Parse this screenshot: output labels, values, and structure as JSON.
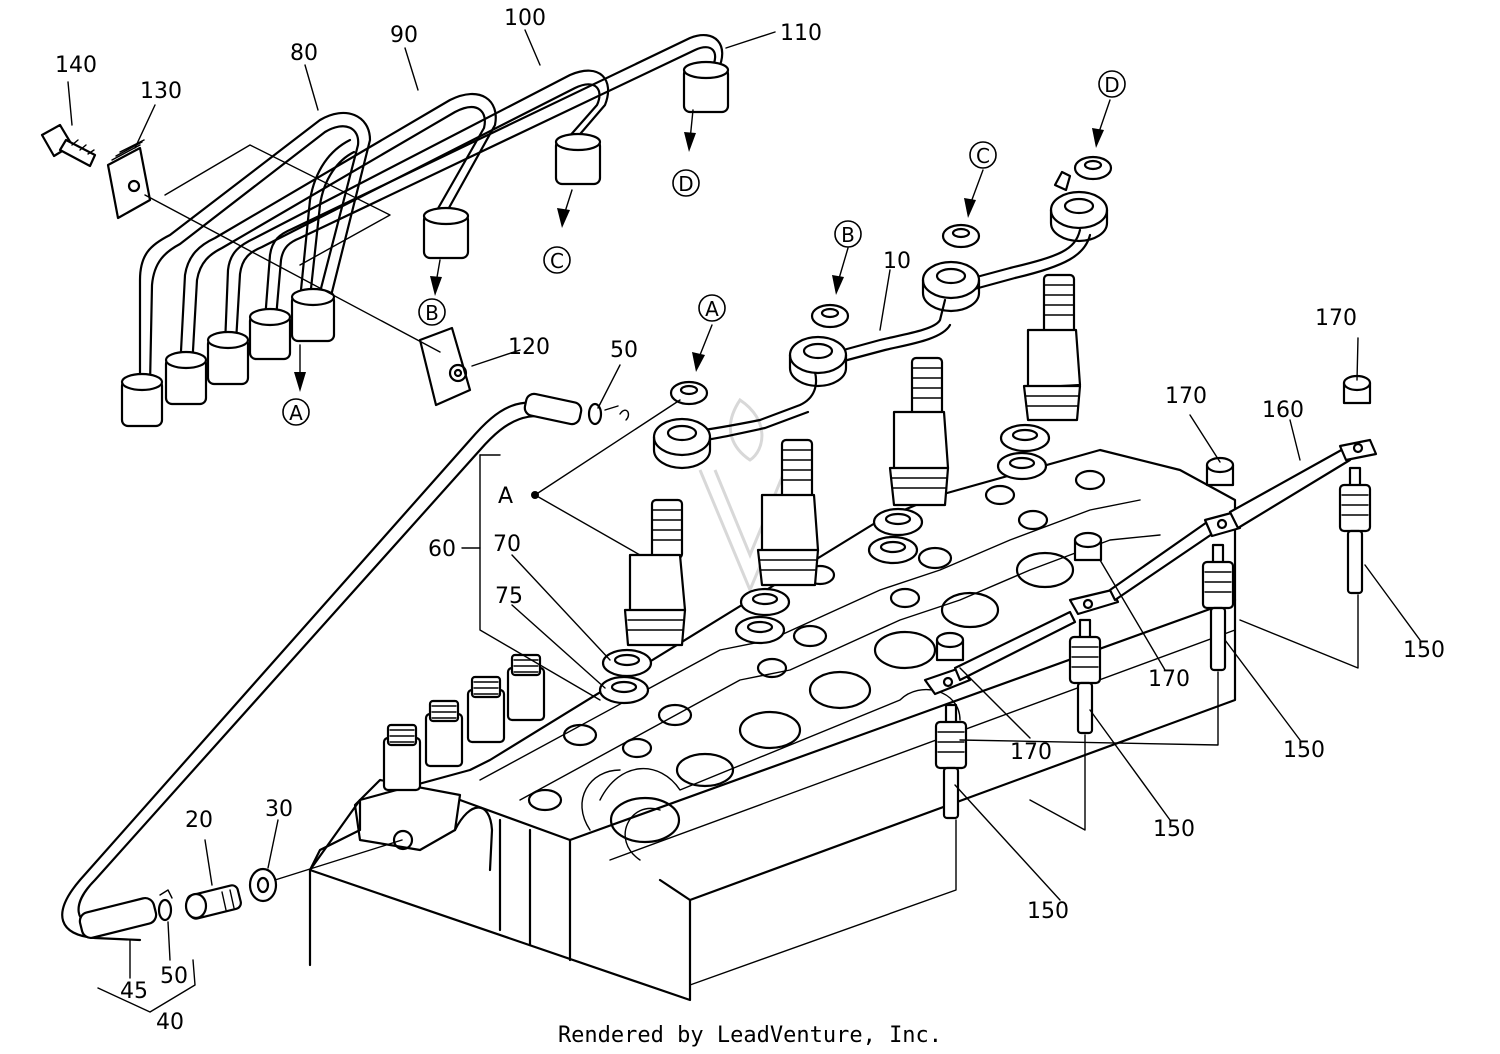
{
  "callouts": [
    {
      "id": "140",
      "text": "140"
    },
    {
      "id": "130",
      "text": "130"
    },
    {
      "id": "80",
      "text": "80"
    },
    {
      "id": "90",
      "text": "90"
    },
    {
      "id": "100",
      "text": "100"
    },
    {
      "id": "110",
      "text": "110"
    },
    {
      "id": "120",
      "text": "120"
    },
    {
      "id": "50a",
      "text": "50"
    },
    {
      "id": "10",
      "text": "10"
    },
    {
      "id": "170a",
      "text": "170"
    },
    {
      "id": "170b",
      "text": "170"
    },
    {
      "id": "160",
      "text": "160"
    },
    {
      "id": "A",
      "text": "A"
    },
    {
      "id": "60",
      "text": "60"
    },
    {
      "id": "70",
      "text": "70"
    },
    {
      "id": "75",
      "text": "75"
    },
    {
      "id": "150a",
      "text": "150"
    },
    {
      "id": "170c",
      "text": "170"
    },
    {
      "id": "150b",
      "text": "150"
    },
    {
      "id": "170d",
      "text": "170"
    },
    {
      "id": "150c",
      "text": "150"
    },
    {
      "id": "20",
      "text": "20"
    },
    {
      "id": "30",
      "text": "30"
    },
    {
      "id": "150d",
      "text": "150"
    },
    {
      "id": "45",
      "text": "45"
    },
    {
      "id": "50b",
      "text": "50"
    },
    {
      "id": "40",
      "text": "40"
    }
  ],
  "ref_markers": [
    {
      "id": "A1",
      "text": "A"
    },
    {
      "id": "B1",
      "text": "B"
    },
    {
      "id": "C1",
      "text": "C"
    },
    {
      "id": "D1",
      "text": "D"
    },
    {
      "id": "A2",
      "text": "A"
    },
    {
      "id": "B2",
      "text": "B"
    },
    {
      "id": "C2",
      "text": "C"
    },
    {
      "id": "D2",
      "text": "D"
    }
  ],
  "footer": {
    "credit": "Rendered by LeadVenture, Inc."
  }
}
